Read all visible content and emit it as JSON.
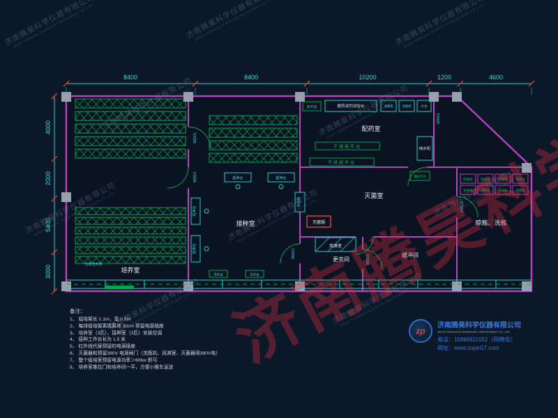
{
  "watermark": {
    "cn": "济南腾昊科学仪器有限公司",
    "en": "JINAN TENGHAO SCIENTIFIC INSTRUMENT CO.,LTD"
  },
  "dims": {
    "top": [
      "8400",
      "8400",
      "10200",
      "1200",
      "4600"
    ],
    "left": [
      "4000",
      "2000",
      "5400",
      "3000"
    ]
  },
  "rooms": {
    "dispensing": "配药室",
    "sterilization": "灭菌室",
    "inoculation": "接种室",
    "culture": "培养室",
    "changing": "更衣间",
    "buffer": "缓冲间",
    "bottle": "晾瓶、洗瓶"
  },
  "equipment": {
    "balance": "天平台",
    "reagent_bench": "配药试剂试验台",
    "disinfect_cabinet": "消毒柜",
    "sink": "水池",
    "water_purifier": "纯水机",
    "steel_platform": "不锈钢平台",
    "filling_platform": "灌装平台",
    "bottle_rack": "晾瓶架",
    "bottle_washer": "洗瓶机",
    "sterilizer": "灭菌锅",
    "transfer_window": "传递窗",
    "clean_bench": "超净台",
    "air_shower": "风淋室",
    "hand_sink": "洗手台",
    "light_rack": "光照培养架"
  },
  "doors": {
    "m0921": "M0921",
    "m1521": "M1521",
    "m0621": "M0621"
  },
  "notes": {
    "title": "备注：",
    "items": [
      "1、 组培架长 1.1m，宽 0.5m",
      "2、 每排组培架离墙离地 30cm 预留电源插座",
      "3、 培养室（3匹）、接种室（2匹）安装空调",
      "4、 接种工作台长为 1.5 米",
      "5、 红外线代替预留的电源插座",
      "6、 灭菌器和预留380V 电源闸门（洗瓶机、风淋室、灭菌器用380V电）",
      "7、 整个组培室预留电源功率＞60kw 即可",
      "8、 培养室推拉门和培养间一平，方便小推车运送"
    ]
  },
  "footer": {
    "company": "济南腾昊科学仪器有限公司",
    "company_en": "JINAN TENGHAO SCIENTIFIC INSTRUMENT CO.,LTD",
    "phone": "电话：15866611552（同微信）",
    "website": "网址：www.zupei17.com",
    "logo": "zp"
  }
}
